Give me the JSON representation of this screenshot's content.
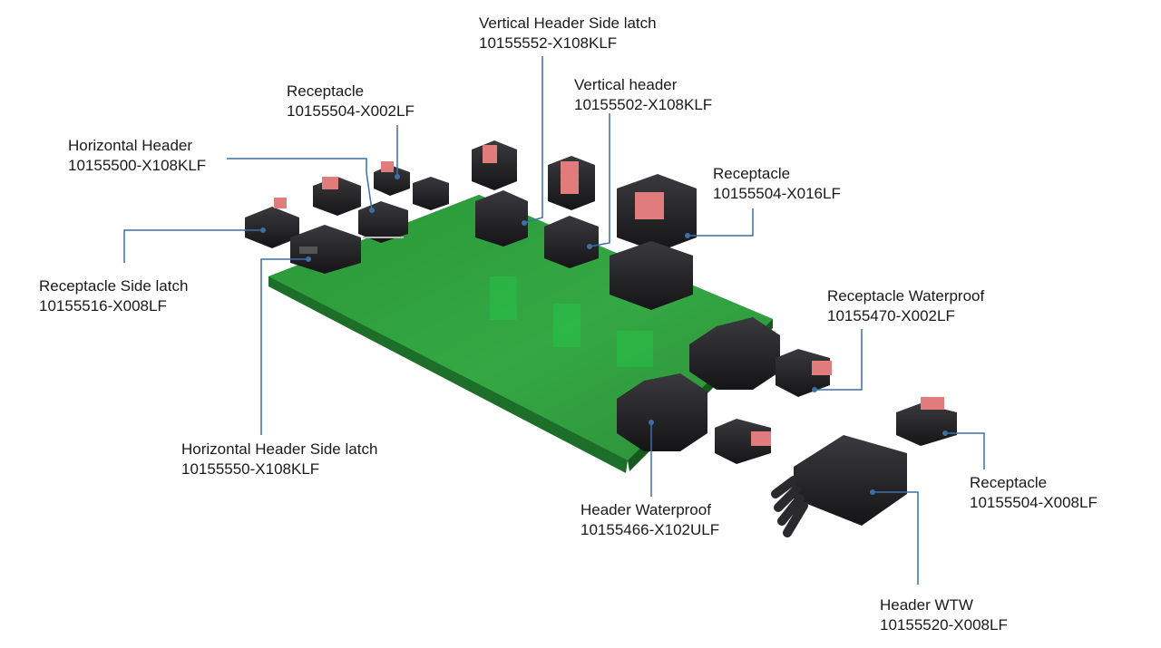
{
  "colors": {
    "pcb_top": "#2e9a3a",
    "pcb_edge": "#1c6e28",
    "connector": "#1e1e20",
    "latch": "#e07c7c",
    "leader": "#3c6fa8",
    "text": "#1a1a1a"
  },
  "callouts": [
    {
      "id": "vertical-header-side-latch",
      "name": "Vertical Header Side latch",
      "part": "10155552-X108KLF"
    },
    {
      "id": "vertical-header",
      "name": "Vertical header",
      "part": "10155502-X108KLF"
    },
    {
      "id": "receptacle-x002",
      "name": "Receptacle",
      "part": "10155504-X002LF"
    },
    {
      "id": "horizontal-header",
      "name": "Horizontal Header",
      "part": "10155500-X108KLF"
    },
    {
      "id": "receptacle-x016",
      "name": "Receptacle",
      "part": "10155504-X016LF"
    },
    {
      "id": "receptacle-side-latch",
      "name": "Receptacle Side latch",
      "part": "10155516-X008LF"
    },
    {
      "id": "receptacle-waterproof",
      "name": "Receptacle Waterproof",
      "part": "10155470-X002LF"
    },
    {
      "id": "horizontal-header-side-latch",
      "name": "Horizontal Header Side latch",
      "part": "10155550-X108KLF"
    },
    {
      "id": "receptacle-x008",
      "name": "Receptacle",
      "part": "10155504-X008LF"
    },
    {
      "id": "header-waterproof",
      "name": "Header Waterproof",
      "part": "10155466-X102ULF"
    },
    {
      "id": "header-wtw",
      "name": "Header WTW",
      "part": "10155520-X008LF"
    }
  ]
}
